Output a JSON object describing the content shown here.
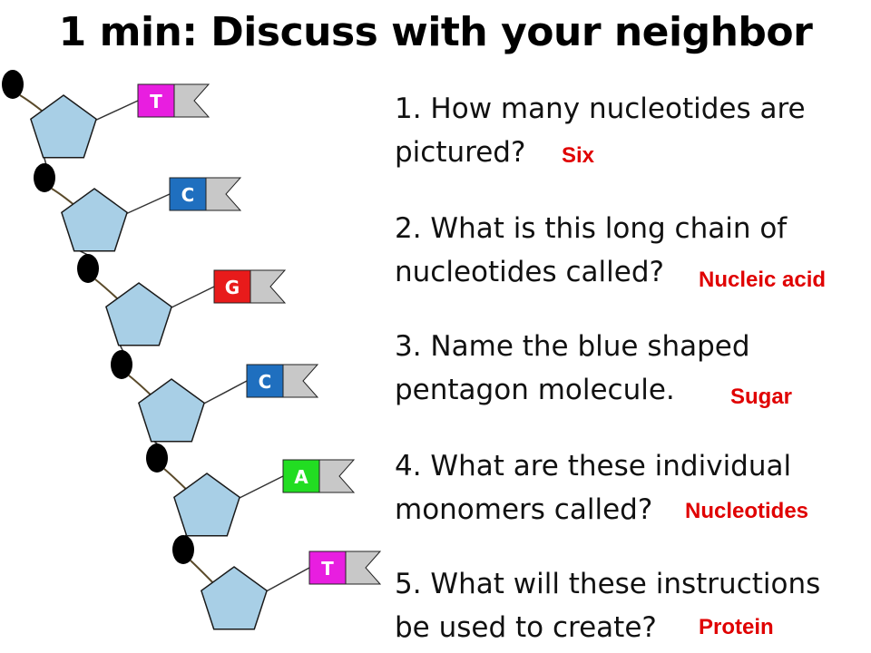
{
  "title": "1 min: Discuss with your neighbor",
  "questions": [
    {
      "text": "1. How many nucleotides are pictured?",
      "answer": "Six"
    },
    {
      "text": "2. What is this long chain of nucleotides called?",
      "answer": "Nucleic acid"
    },
    {
      "text": "3. Name the blue shaped pentagon molecule.",
      "answer": "Sugar"
    },
    {
      "text": "4. What are these individual monomers called?",
      "answer": "Nucleotides"
    },
    {
      "text": "5. What will these instructions be used to create?",
      "answer": "Protein"
    }
  ],
  "nucleotides": [
    {
      "base": "T",
      "color": "#e81ee0"
    },
    {
      "base": "C",
      "color": "#1f6fbf"
    },
    {
      "base": "G",
      "color": "#e81b1b"
    },
    {
      "base": "C",
      "color": "#1f6fbf"
    },
    {
      "base": "A",
      "color": "#22dd22"
    },
    {
      "base": "T",
      "color": "#e81ee0"
    }
  ],
  "colors": {
    "sugar": "#a8cfe6",
    "phosphate": "#000000",
    "base_cap": "#c8c8c8",
    "answer": "#e00000"
  }
}
